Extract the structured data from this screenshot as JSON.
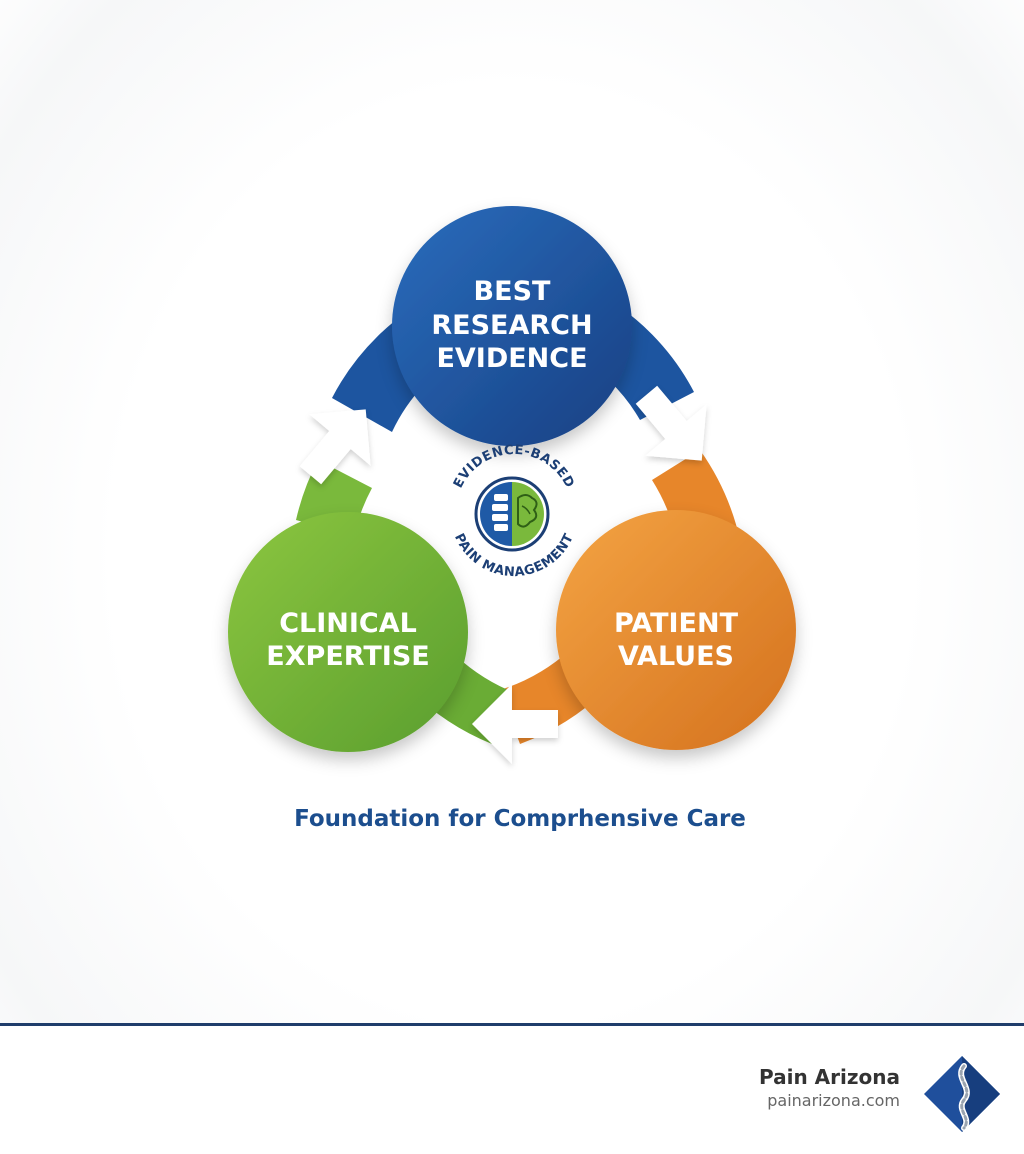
{
  "nodes": [
    {
      "id": "research",
      "lines": [
        "BEST",
        "RESEARCH",
        "EVIDENCE"
      ],
      "color": "#1f5aa6"
    },
    {
      "id": "patient",
      "lines": [
        "PATIENT",
        "VALUES"
      ],
      "color": "#e9892c"
    },
    {
      "id": "clinical",
      "lines": [
        "CLINICAL",
        "EXPERTISE"
      ],
      "color": "#6fb33a"
    }
  ],
  "center_badge": {
    "top_text": "EVIDENCE-BASED",
    "bottom_text": "PAIN MANAGEMENT",
    "icons": [
      "spine-icon",
      "brain-icon"
    ]
  },
  "caption": "Foundation for Comprhensive Care",
  "footer": {
    "brand_name": "Pain Arizona",
    "brand_url": "painarizona.com",
    "logo_icon": "spine-diamond-logo-icon"
  },
  "colors": {
    "blue": "#1f5aa6",
    "orange": "#e9892c",
    "green": "#6fb33a",
    "caption": "#1c4e8e",
    "footer_rule": "#1f3d6b"
  }
}
